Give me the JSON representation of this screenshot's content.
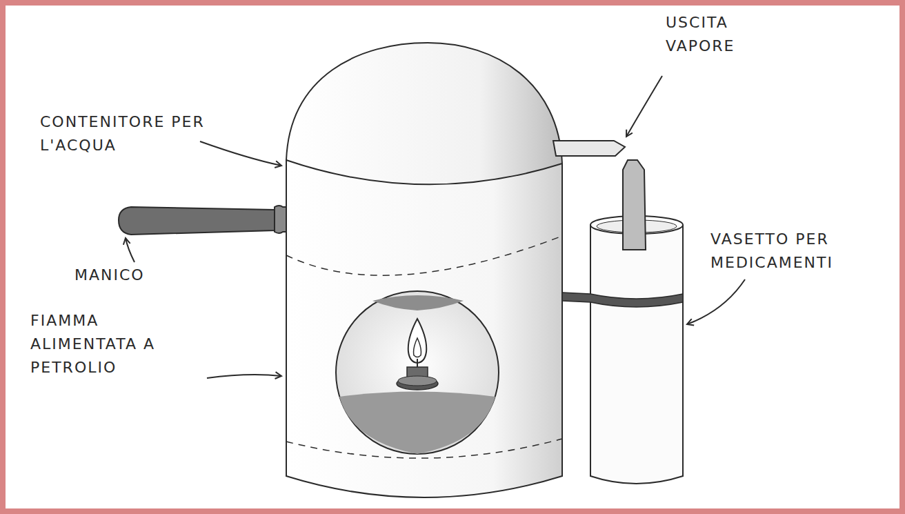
{
  "diagram": {
    "labels": [
      "USCITA VAPORE",
      "CONTENITORE PER L'ACQUA",
      "VASETTO PER MEDICAMENTI",
      "MANICO",
      "FIAMMA ALIMENTATA A PETROLIO"
    ]
  }
}
